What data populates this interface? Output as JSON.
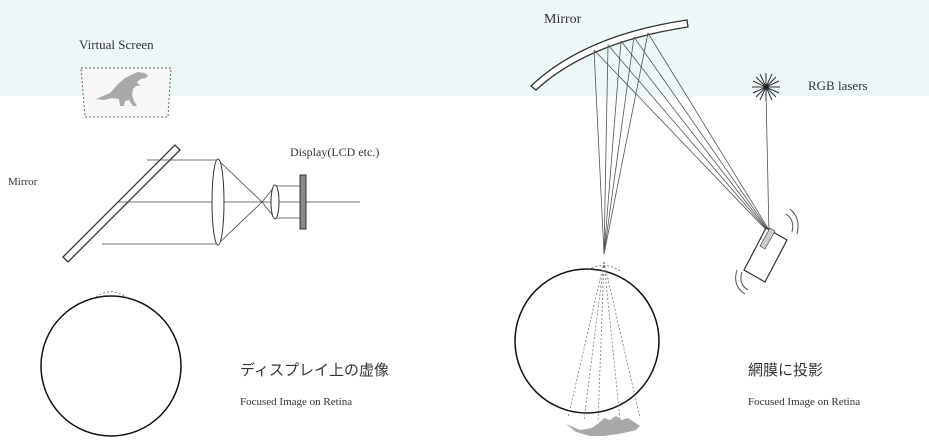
{
  "left": {
    "virtual_screen_label": "Virtual Screen",
    "mirror_label": "Mirror",
    "display_label": "Display(LCD etc.)",
    "caption_jp": "ディスプレイ上の虚像",
    "caption_en": "Focused Image on Retina"
  },
  "right": {
    "mirror_label": "Mirror",
    "lasers_label": "RGB lasers",
    "caption_jp": "網膜に投影",
    "caption_en": "Focused Image on Retina"
  },
  "colors": {
    "line": "#333333",
    "dino": "#a9a9a9",
    "top_band": "#eef7f8"
  },
  "icons": [
    "dinosaur-icon",
    "laser-star-icon",
    "vibration-icon"
  ]
}
